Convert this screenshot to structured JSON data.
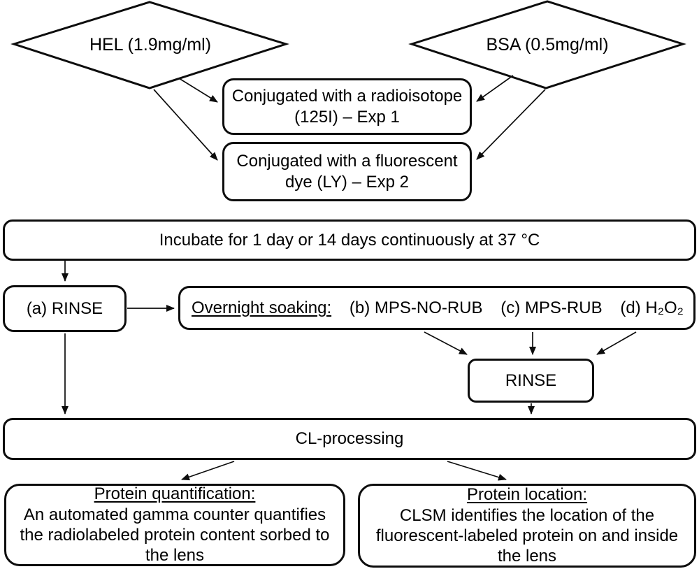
{
  "diagram": {
    "hel_label": "HEL (1.9mg/ml)",
    "bsa_label": "BSA (0.5mg/ml)",
    "conjugate_radio": {
      "line1": "Conjugated with a radioisotope",
      "line2": "(125I) – Exp 1"
    },
    "conjugate_dye": {
      "line1": "Conjugated with a fluorescent",
      "line2": "dye (LY) – Exp 2"
    },
    "incubate_label": "Incubate for 1 day or 14 days continuously at 37 °C",
    "rinse_a_label": "(a) RINSE",
    "soaking": {
      "title": "Overnight soaking:",
      "option_b": "(b) MPS-NO-RUB",
      "option_c": "(c) MPS-RUB",
      "option_d": "(d) H₂O₂"
    },
    "rinse_label": "RINSE",
    "cl_processing_label": "CL-processing",
    "quantification": {
      "title": "Protein quantification:",
      "lines": [
        "An automated gamma counter quantifies",
        "the radiolabeled protein content sorbed to",
        "the lens"
      ]
    },
    "location": {
      "title": "Protein location:",
      "lines": [
        "CLSM identifies the location of the",
        "fluorescent-labeled protein on and inside",
        "the lens"
      ]
    }
  },
  "colors": {
    "stroke": "#0d0d0d",
    "background": "#ffffff",
    "text": "#000000"
  }
}
